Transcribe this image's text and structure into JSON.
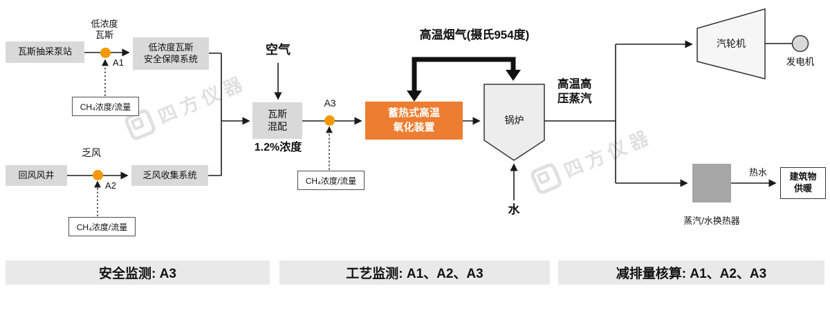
{
  "watermark": {
    "text": "四方仪器"
  },
  "flow": {
    "pump_station": "瓦斯抽采泵站",
    "low_gas": "低浓度\n瓦斯",
    "a1": "A1",
    "safety_system": "低浓度瓦斯\n安全保障系统",
    "ch4": "CH₄浓度/流量",
    "return_shaft": "回风风井",
    "vam": "乏风",
    "a2": "A2",
    "vam_system": "乏风收集系统",
    "air": "空气",
    "mixer": "瓦斯\n混配",
    "concentration": "1.2%浓度",
    "a3": "A3",
    "rto": "蓄热式高温\n氧化装置",
    "flue_gas": "高温烟气(摄氏954度)",
    "boiler": "锅炉",
    "water": "水",
    "steam": "高温高\n压蒸汽",
    "turbine": "汽轮机",
    "generator": "发电机",
    "heat_exchanger": "蒸汽/水换热器",
    "hot_water": "热水",
    "building": "建筑物\n供暖"
  },
  "banners": [
    {
      "label": "安全监测: A3"
    },
    {
      "label": "工艺监测: A1、A2、A3"
    },
    {
      "label": "减排量核算: A1、A2、A3"
    }
  ],
  "colors": {
    "box_gray": "#d9d9d9",
    "process_orange": "#ED7D31",
    "sensor_dot_orange": "#F39800",
    "banner_gray": "#e9e9e9",
    "exchanger_gray": "#a6a6a6"
  }
}
